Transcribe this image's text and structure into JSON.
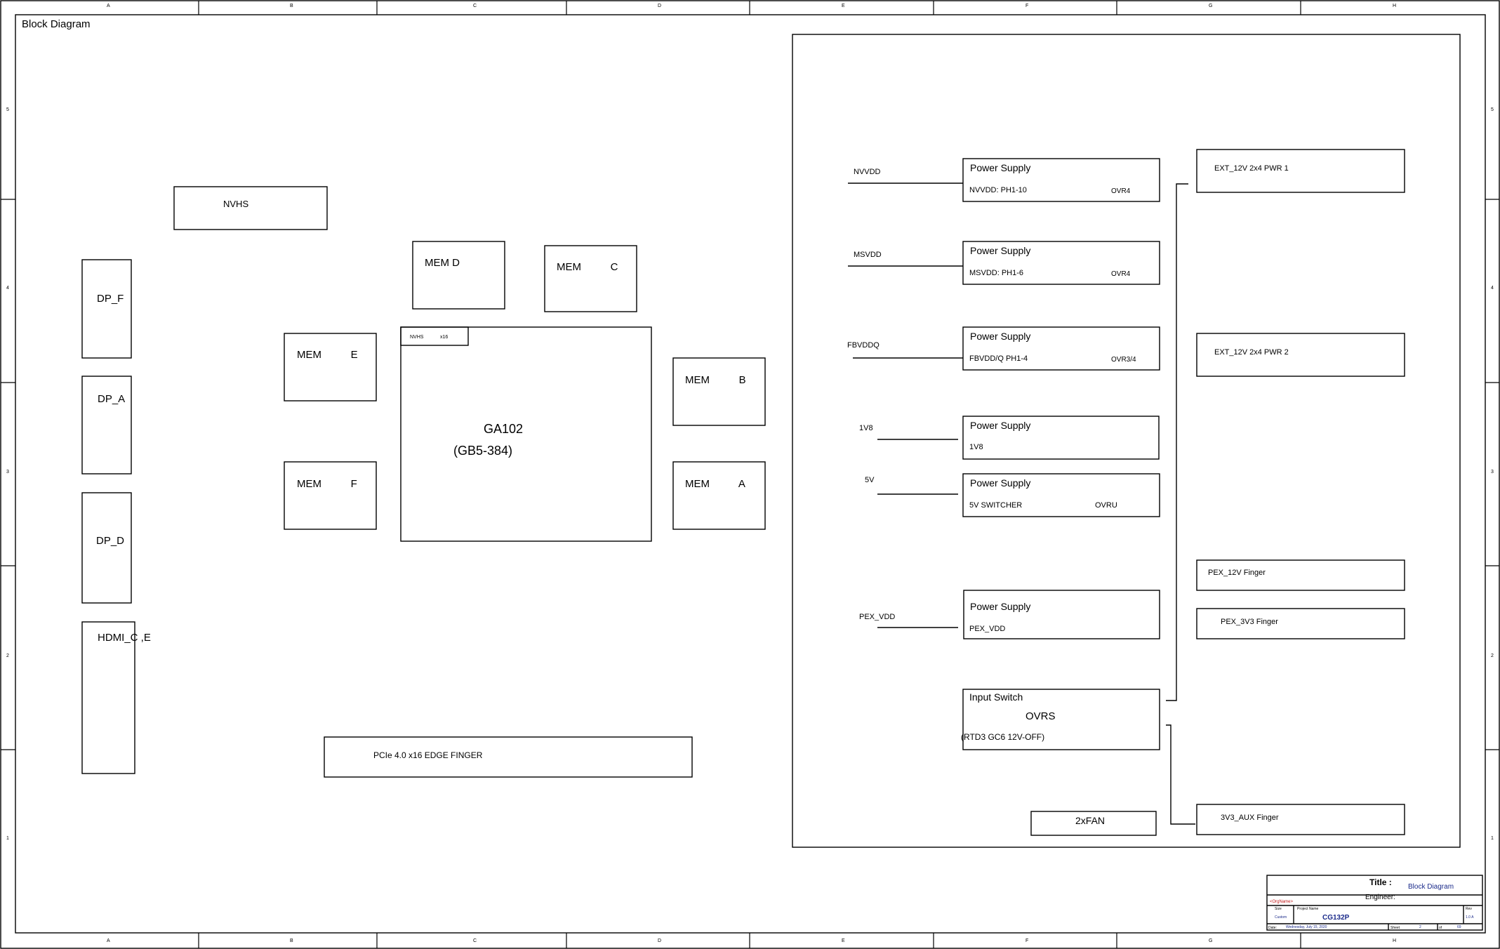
{
  "sheet_title": "Block Diagram",
  "zone_letters": [
    "A",
    "B",
    "C",
    "D",
    "E",
    "F",
    "G",
    "H"
  ],
  "zone_numbers": [
    "1",
    "2",
    "3",
    "4",
    "5"
  ],
  "blocks": {
    "nvhs": "NVHS",
    "dp_f": "DP_F",
    "dp_a": "DP_A",
    "dp_d": "DP_D",
    "hdmi": "HDMI_C ,E",
    "mem_d": "MEM D",
    "mem_c": "MEM          C",
    "mem_e": "MEM          E",
    "mem_f": "MEM          F",
    "mem_b": "MEM          B",
    "mem_a": "MEM          A",
    "gpu_tag_left": "NVHS",
    "gpu_tag_right": "x16",
    "gpu_name": "GA102",
    "gpu_sub": "(GB5-384)",
    "pcie": "PCIe 4.0 x16 EDGE FINGER"
  },
  "power": {
    "rails": {
      "nvvdd": "NVVDD",
      "msvdd": "MSVDD",
      "fbvddq": "FBVDDQ",
      "v1v8": "1V8",
      "v5": "5V",
      "pex": "PEX_VDD"
    },
    "supplies": [
      {
        "title": "Power Supply",
        "detail": "NVVDD: PH1-10",
        "tag": "OVR4"
      },
      {
        "title": "Power Supply",
        "detail": "MSVDD: PH1-6",
        "tag": "OVR4"
      },
      {
        "title": "Power Supply",
        "detail": "FBVDD/Q PH1-4",
        "tag": "OVR3/4"
      },
      {
        "title": "Power Supply",
        "detail": "1V8",
        "tag": ""
      },
      {
        "title": "Power Supply",
        "detail": "5V SWITCHER",
        "tag": "OVRU"
      },
      {
        "title": "Power Supply",
        "detail": "PEX_VDD",
        "tag": ""
      }
    ],
    "input_switch": {
      "title": "Input Switch",
      "name": "OVRS",
      "note": "(RTD3 GC6 12V-OFF)"
    },
    "inputs": {
      "pwr1": "EXT_12V 2x4 PWR 1",
      "pwr2": "EXT_12V 2x4 PWR 2",
      "pex12": "PEX_12V Finger",
      "pex3v3": "PEX_3V3 Finger",
      "aux": "3V3_AUX Finger"
    },
    "fan": "2xFAN"
  },
  "title_block": {
    "title_label": "Title :",
    "title_value": "Block Diagram",
    "engineer_label": "Engineer:",
    "org": "<OrgName>",
    "size_label": "Size",
    "size_value": "Custom",
    "project_label": "Project Name",
    "project_value": "CG132P",
    "rev_label": "Rev",
    "rev_value": "1.0 A",
    "date_label": "Date:",
    "date_value": "Wednesday, July 15, 2020",
    "sheet_label": "Sheet",
    "sheet_num": "2",
    "of_label": "of",
    "sheet_total": "69"
  }
}
